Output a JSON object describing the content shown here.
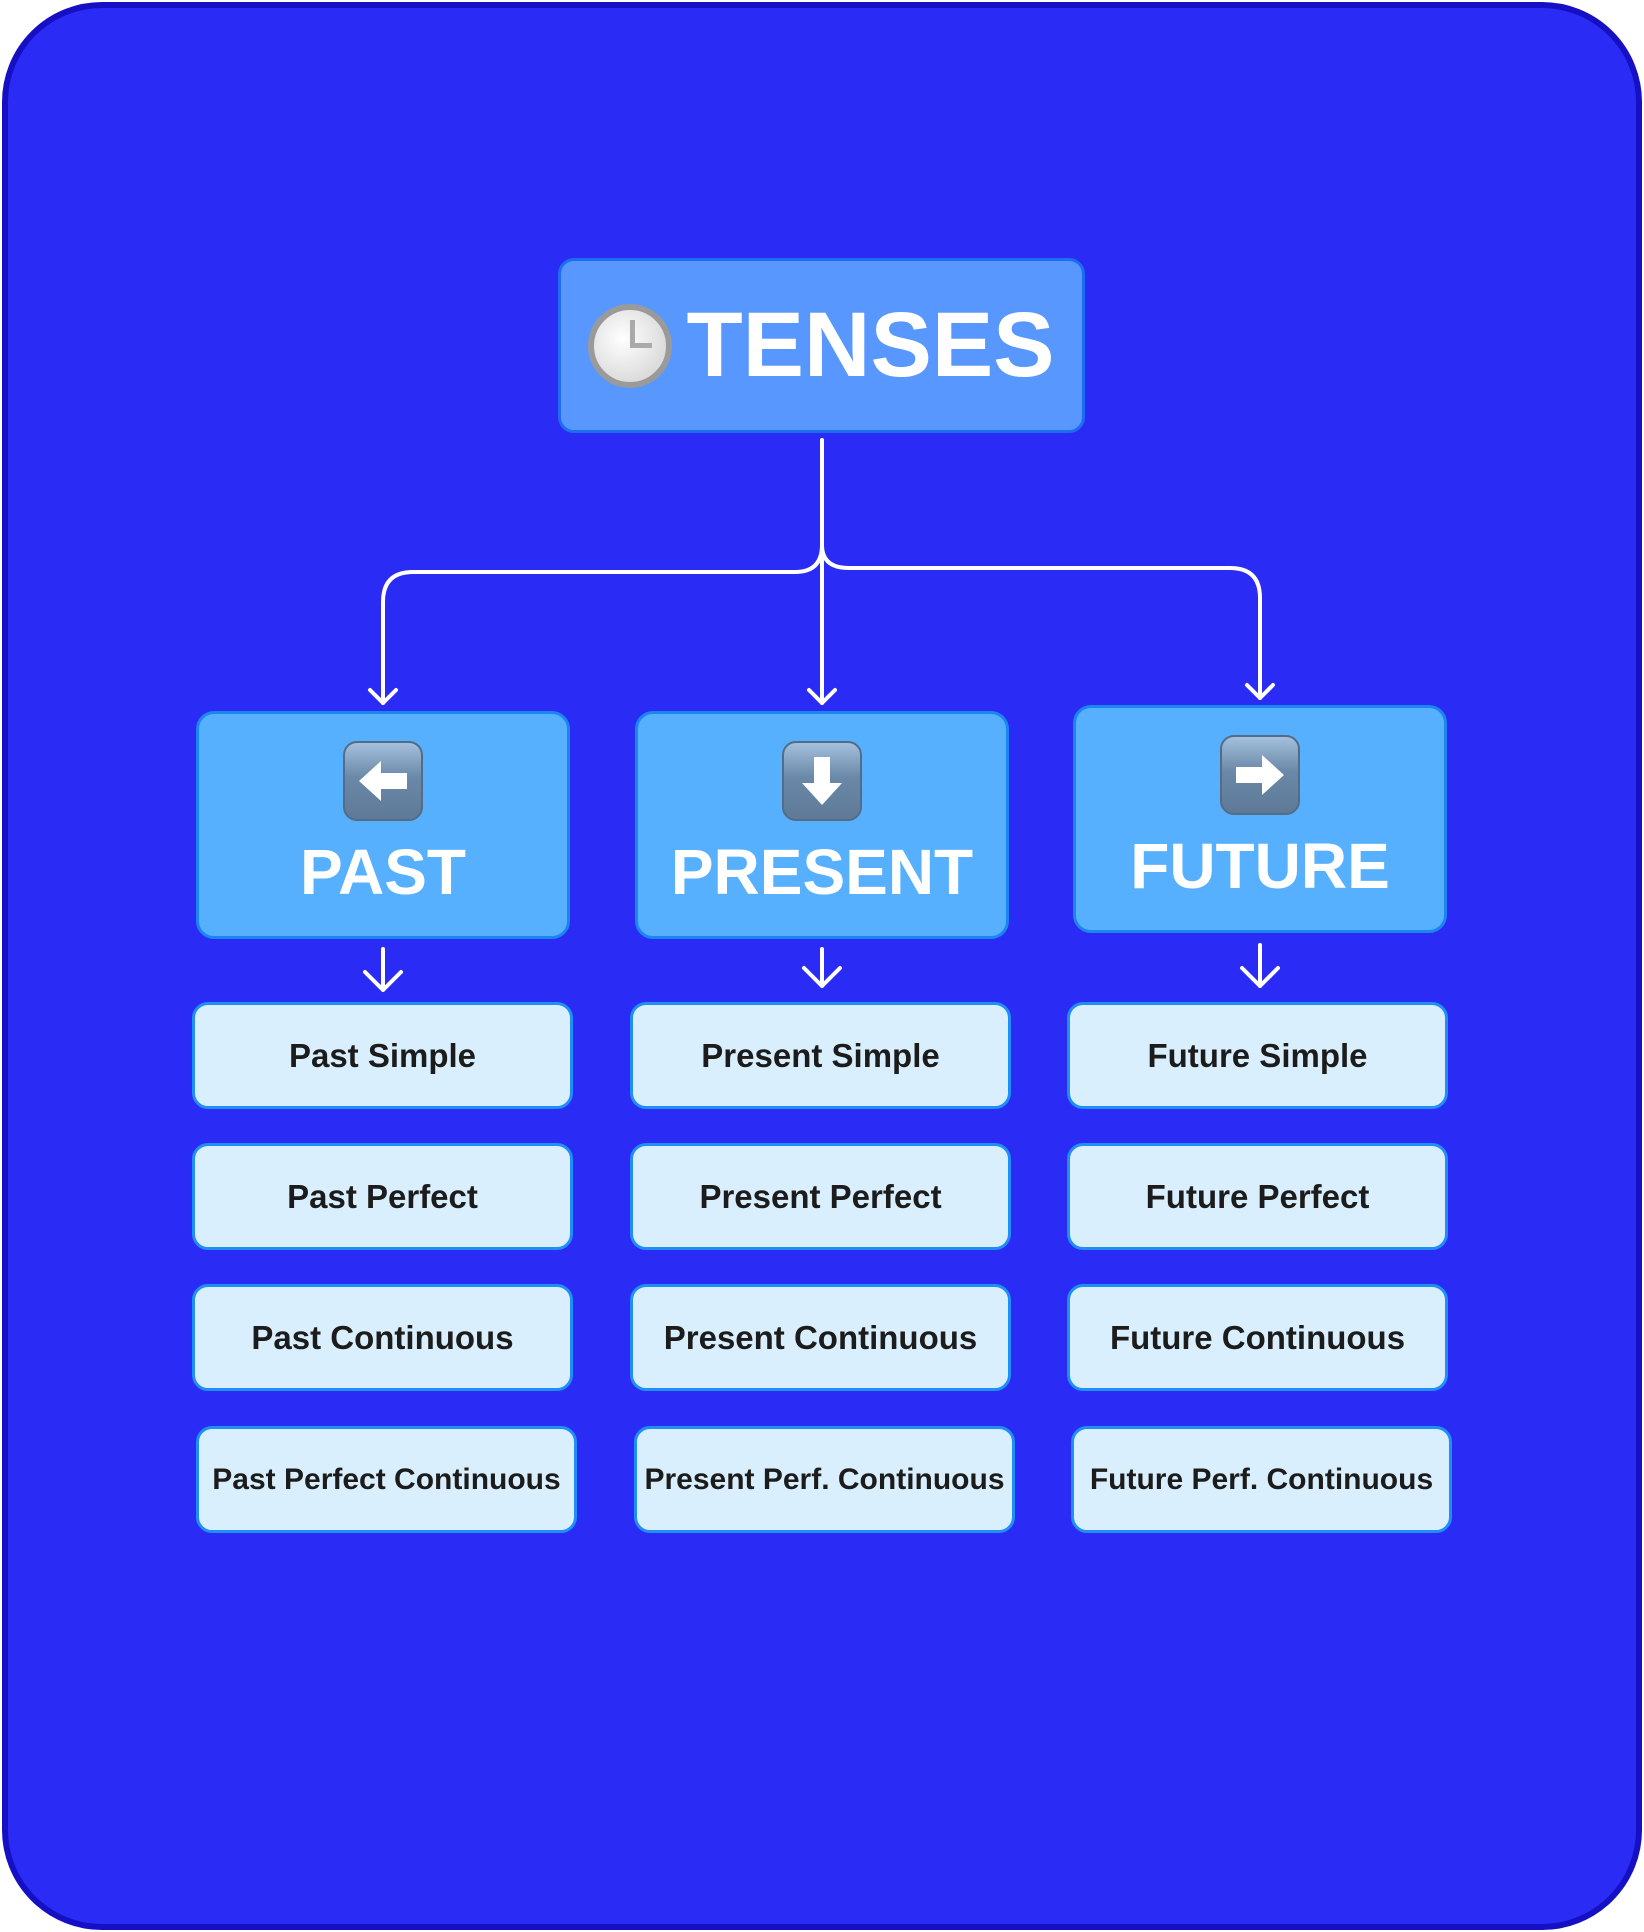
{
  "title": {
    "label": "TENSES",
    "icon": "clock-three-icon"
  },
  "categories": [
    {
      "label": "PAST",
      "icon": "left-arrow-icon",
      "items": [
        "Past Simple",
        "Past Perfect",
        "Past Continuous",
        "Past Perfect Continuous"
      ]
    },
    {
      "label": "PRESENT",
      "icon": "down-arrow-icon",
      "items": [
        "Present Simple",
        "Present Perfect",
        "Present Continuous",
        "Present Perf. Continuous"
      ]
    },
    {
      "label": "FUTURE",
      "icon": "right-arrow-icon",
      "items": [
        "Future Simple",
        "Future Perfect",
        "Future Continuous",
        "Future Perf. Continuous"
      ]
    }
  ],
  "colors": {
    "background": "#2a2cf6",
    "root": "#5898fe",
    "category": "#56b0fe",
    "item": "#daeffe"
  }
}
